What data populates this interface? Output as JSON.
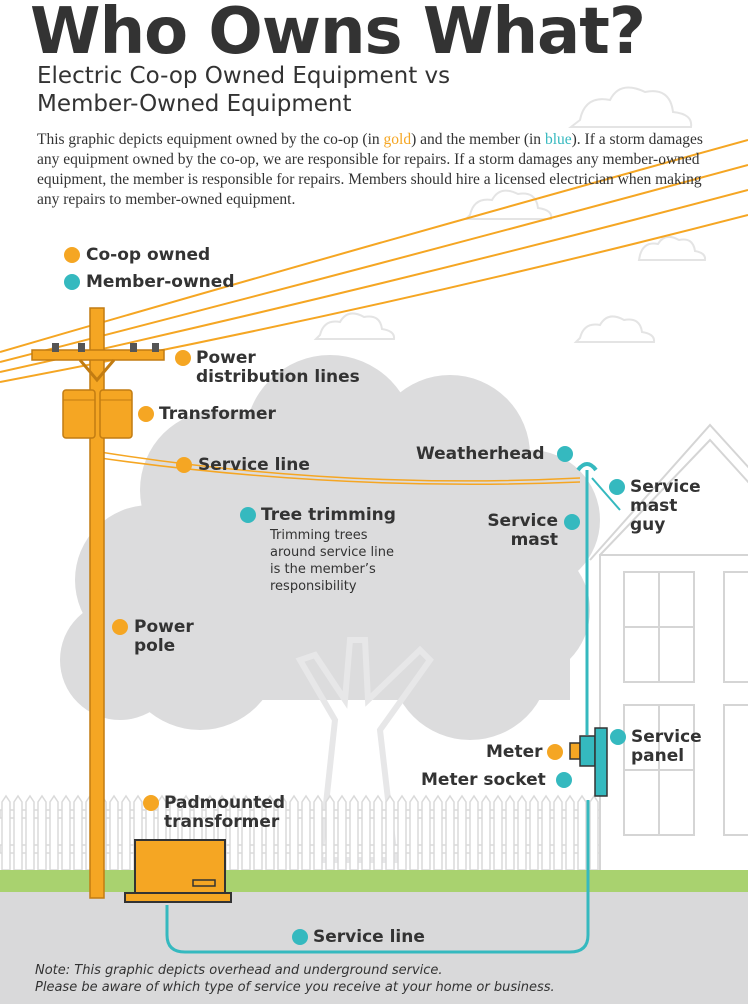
{
  "title": "Who Owns What?",
  "subtitle_line1": "Electric Co-op Owned Equipment vs",
  "subtitle_line2": "Member-Owned Equipment",
  "intro": {
    "part1": "This graphic depicts equipment owned by the co-op (in ",
    "gold_word": "gold",
    "part2": ") and the member (in ",
    "blue_word": "blue",
    "part3": "). If a storm damages any equipment owned by the co-op, we are responsible for repairs. If a storm damages any member-owned equipment, the member is responsible for repairs. Members should hire a licensed electrician when making any repairs to member-owned equipment."
  },
  "legend": {
    "coop": "Co-op owned",
    "member": "Member-owned"
  },
  "labels": {
    "power_distribution_1": "Power",
    "power_distribution_2": "distribution lines",
    "transformer": "Transformer",
    "service_line_overhead": "Service line",
    "weatherhead": "Weatherhead",
    "service_mast_guy_1": "Service",
    "service_mast_guy_2": "mast",
    "service_mast_guy_3": "guy",
    "tree_trimming": "Tree trimming",
    "tree_note_1": "Trimming trees",
    "tree_note_2": "around service line",
    "tree_note_3": "is the member’s",
    "tree_note_4": "responsibility",
    "service_mast_1": "Service",
    "service_mast_2": "mast",
    "power_pole_1": "Power",
    "power_pole_2": "pole",
    "meter": "Meter",
    "service_panel_1": "Service",
    "service_panel_2": "panel",
    "meter_socket": "Meter socket",
    "padmount_1": "Padmounted",
    "padmount_2": "transformer",
    "service_line_underground": "Service line"
  },
  "footer_line1": "Note: This graphic depicts overhead and underground service.",
  "footer_line2": "Please be aware of which type of service you receive at your home or business.",
  "colors": {
    "coop_gold": "#f5a623",
    "member_blue": "#35b9bf",
    "text": "#333333",
    "grass": "#a9d26f",
    "ground": "#d9d9da",
    "tree": "#dcdcdd"
  }
}
